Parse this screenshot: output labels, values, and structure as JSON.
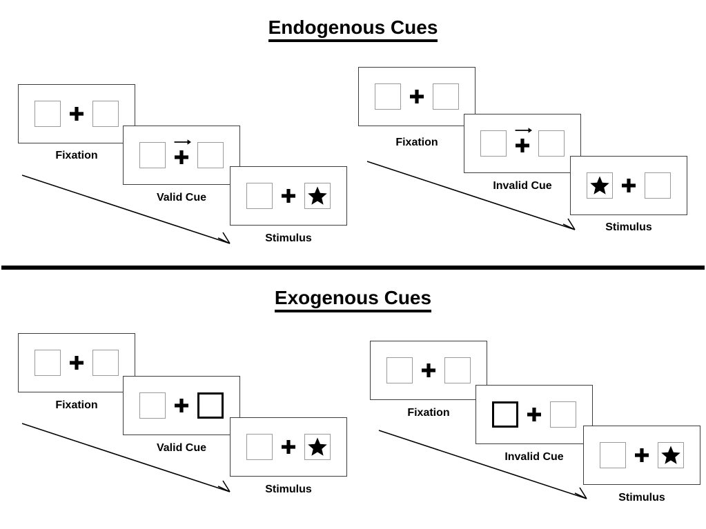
{
  "figure": {
    "title_top": "Endogenous Cues",
    "title_bottom": "Exogenous Cues"
  },
  "sections": [
    {
      "id": "endogenous",
      "title": "Endogenous Cues",
      "sequences": [
        {
          "id": "endogenous-valid",
          "frames": [
            {
              "caption": "Fixation",
              "cue": "none",
              "target": "none"
            },
            {
              "caption": "Valid Cue",
              "cue": "arrow-right",
              "target": "none"
            },
            {
              "caption": "Stimulus",
              "cue": "none",
              "target": "right"
            }
          ]
        },
        {
          "id": "endogenous-invalid",
          "frames": [
            {
              "caption": "Fixation",
              "cue": "none",
              "target": "none"
            },
            {
              "caption": "Invalid Cue",
              "cue": "arrow-right",
              "target": "none"
            },
            {
              "caption": "Stimulus",
              "cue": "none",
              "target": "left"
            }
          ]
        }
      ]
    },
    {
      "id": "exogenous",
      "title": "Exogenous Cues",
      "sequences": [
        {
          "id": "exogenous-valid",
          "frames": [
            {
              "caption": "Fixation",
              "cue": "none",
              "target": "none"
            },
            {
              "caption": "Valid Cue",
              "cue": "box-right",
              "target": "none"
            },
            {
              "caption": "Stimulus",
              "cue": "none",
              "target": "right"
            }
          ]
        },
        {
          "id": "exogenous-invalid",
          "frames": [
            {
              "caption": "Fixation",
              "cue": "none",
              "target": "none"
            },
            {
              "caption": "Invalid Cue",
              "cue": "box-left",
              "target": "none"
            },
            {
              "caption": "Stimulus",
              "cue": "none",
              "target": "right"
            }
          ]
        }
      ]
    }
  ],
  "labels": {
    "fixation": "Fixation",
    "valid_cue": "Valid Cue",
    "invalid_cue": "Invalid Cue",
    "stimulus": "Stimulus"
  },
  "icons": {
    "fixation_cross": "plus-icon",
    "target": "star-icon",
    "endogenous_cue": "arrow-right-icon",
    "exogenous_cue": "highlighted-box-icon",
    "time_flow": "diagonal-arrow-icon"
  },
  "colors": {
    "ink": "#000000",
    "panel_border": "#3b3b3b",
    "box_border": "#9a9a9a",
    "cued_box_border": "#000000",
    "background": "#ffffff"
  }
}
